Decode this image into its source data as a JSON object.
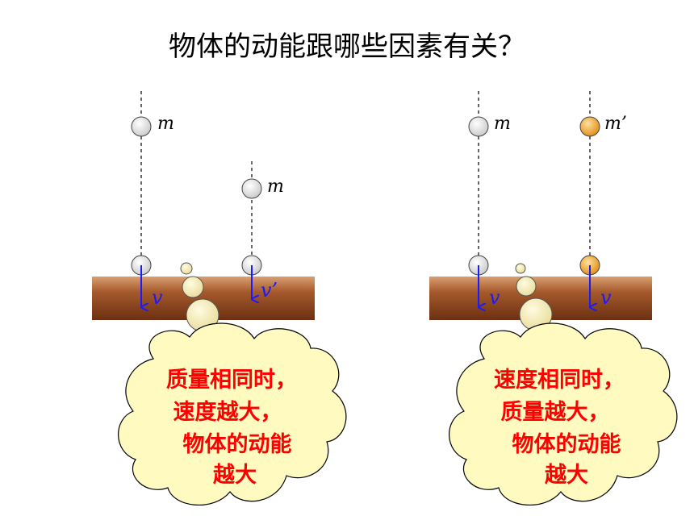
{
  "title": "物体的动能跟哪些因素有关？",
  "colors": {
    "ground_top": "#a0522d",
    "ground_bottom": "#6b3012",
    "ball_gray": "#e6e6e6",
    "ball_orange": "#f0a030",
    "cloud_fill": "#fffac0",
    "arrow": "#1a1aff",
    "conclusion_text": "#ff0000"
  },
  "left_panel": {
    "ball_top_label": "m",
    "ball_mid_label": "m",
    "velocity_left": "v",
    "velocity_right": "v’",
    "conclusion": [
      "质量相同时，",
      "速度越大，",
      "物体的动能",
      "越大"
    ]
  },
  "right_panel": {
    "ball_gray_label": "m",
    "ball_orange_label": "m’",
    "velocity_left": "v",
    "velocity_right": "v",
    "conclusion": [
      "速度相同时，",
      "质量越大，",
      "物体的动能",
      "越大"
    ]
  }
}
